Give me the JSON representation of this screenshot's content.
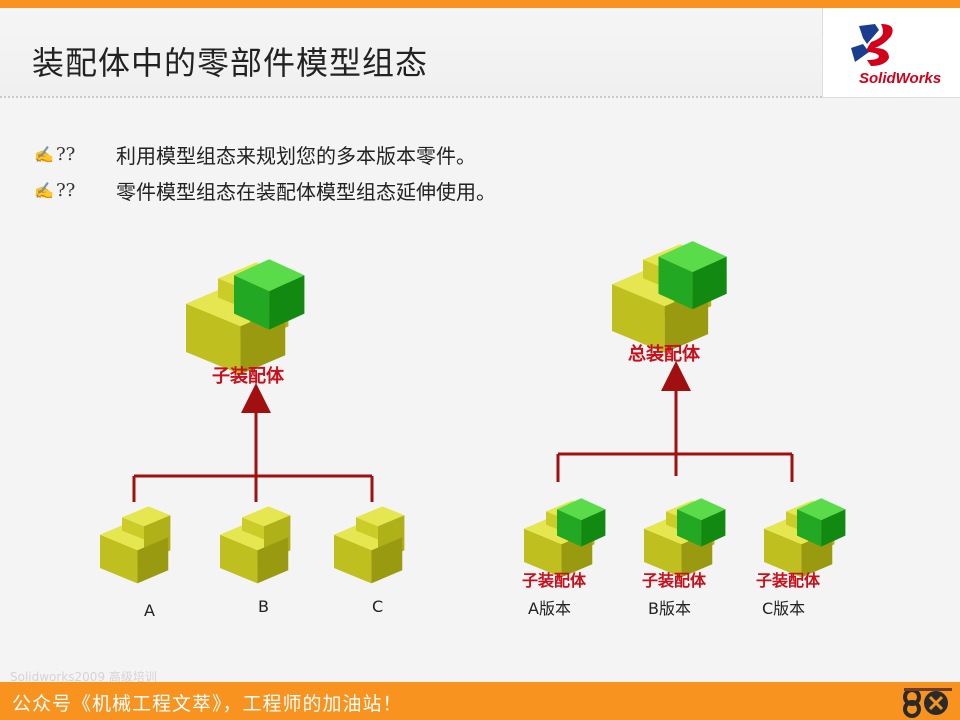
{
  "slide": {
    "title": "装配体中的零部件模型组态"
  },
  "logo": {
    "text": "SolidWorks"
  },
  "bullets": [
    {
      "icon": "pen-bullet-icon",
      "marker": "??",
      "text": "利用模型组态来规划您的多本版本零件。"
    },
    {
      "icon": "pen-bullet-icon",
      "marker": "??",
      "text": "零件模型组态在装配体模型组态延伸使用。"
    }
  ],
  "left_diagram": {
    "top_label": "子装配体",
    "children": [
      "A",
      "B",
      "C"
    ]
  },
  "right_diagram": {
    "top_label": "总装配体",
    "children": [
      {
        "label": "子装配体",
        "version": "A版本"
      },
      {
        "label": "子装配体",
        "version": "B版本"
      },
      {
        "label": "子装配体",
        "version": "C版本"
      }
    ]
  },
  "footer": {
    "watermark": "Solidworks2009 高级培训",
    "banner": "公众号《机械工程文萃》，工程师的加油站！"
  },
  "colors": {
    "accent": "#f7931e",
    "connector": "#a01010",
    "label_red": "#c8101c",
    "part_yellow": "#c8c81e",
    "part_green": "#1fb31f"
  }
}
